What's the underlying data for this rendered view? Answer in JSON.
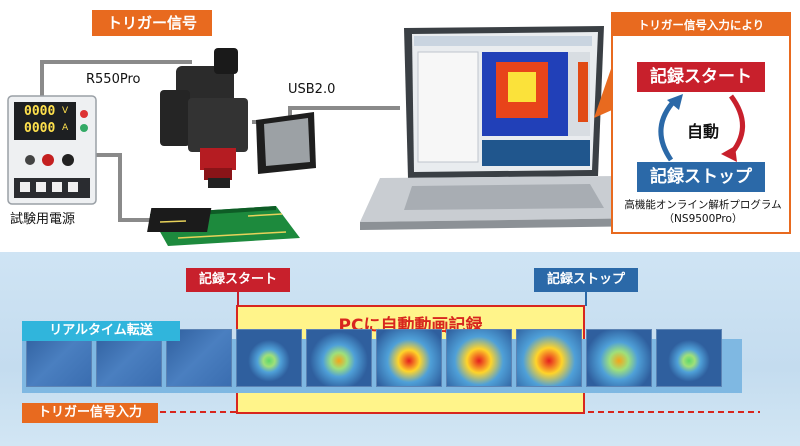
{
  "top": {
    "trigger_signal": "トリガー信号",
    "camera_model": "R550Pro",
    "usb": "USB2.0",
    "power_supply": "試験用電源",
    "power_readout_top": "0000",
    "power_readout_bottom": "0000",
    "power_unit_top": "V",
    "power_unit_bottom": "A"
  },
  "callout": {
    "header": "トリガー信号入力により",
    "start": "記録スタート",
    "auto": "自動",
    "stop": "記録ストップ",
    "software_line1": "高機能オンライン解析プログラム",
    "software_line2": "（NS9500Pro）"
  },
  "timeline": {
    "realtime": "リアルタイム転送",
    "record_start": "記録スタート",
    "record_stop": "記録ストップ",
    "pc_recording": "PCに自動動画記録",
    "trigger_input": "トリガー信号入力"
  },
  "colors": {
    "orange": "#e86a1f",
    "red": "#c8202c",
    "blue": "#2b69a8",
    "yellow": "#fff48a",
    "cyan": "#30b5dc"
  },
  "thermal_frames": [
    {
      "hot": 0
    },
    {
      "hot": 0
    },
    {
      "hot": 0
    },
    {
      "hot": 0.2
    },
    {
      "hot": 0.45
    },
    {
      "hot": 0.75
    },
    {
      "hot": 0.9
    },
    {
      "hot": 1.0
    },
    {
      "hot": 0.6
    },
    {
      "hot": 0.2
    }
  ]
}
